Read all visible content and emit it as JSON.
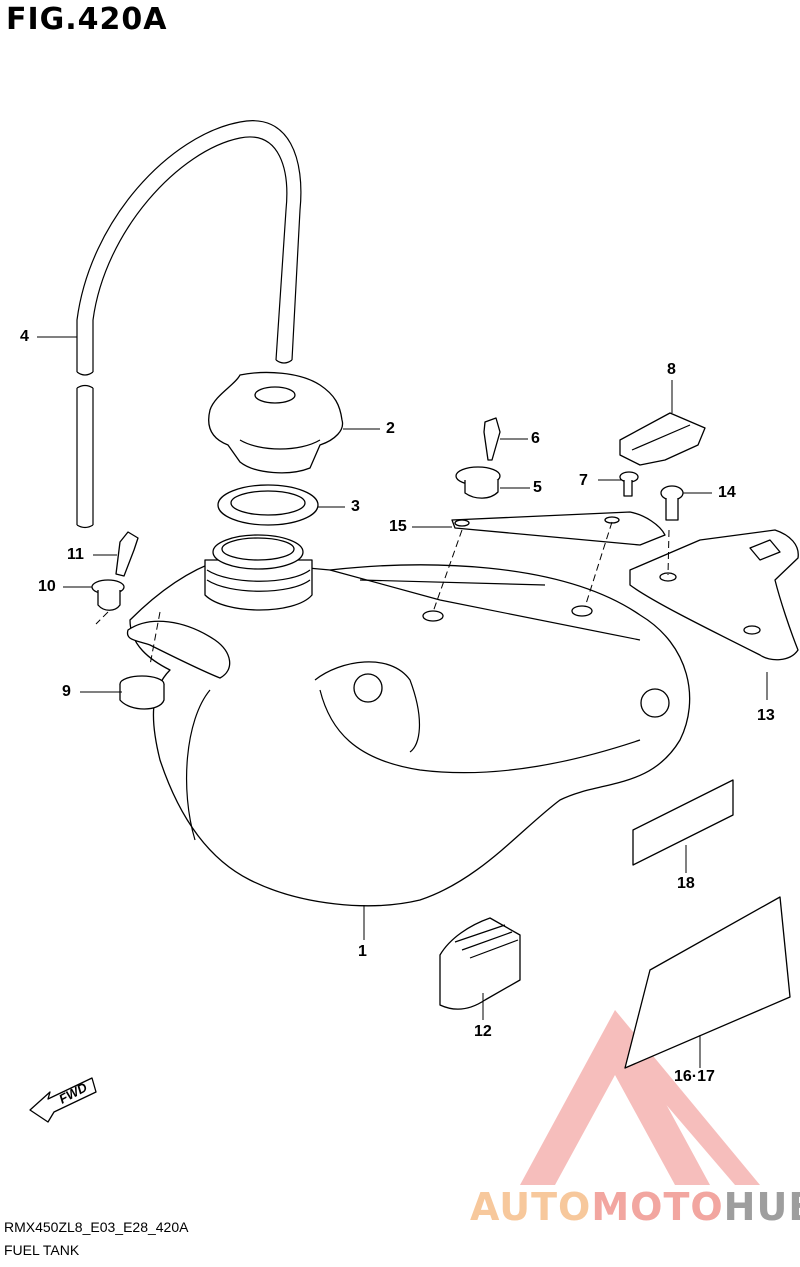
{
  "header": {
    "fig_label": "FIG.420A"
  },
  "callouts": [
    "1",
    "2",
    "3",
    "4",
    "5",
    "6",
    "7",
    "8",
    "9",
    "10",
    "11",
    "12",
    "13",
    "14",
    "15",
    "16·17",
    "18"
  ],
  "fwd_label": "FWD",
  "watermark": {
    "part1": "AUTO",
    "part2": "MOTO",
    "part3": "HUB",
    "colors": {
      "auto": "#f7c89c",
      "moto": "#f2a6a0",
      "hub": "#9e9e9e",
      "triangle": "#ef8a86"
    }
  },
  "footer": {
    "model_code": "RMX450ZL8_E03_E28_420A",
    "section_name": "FUEL TANK"
  }
}
